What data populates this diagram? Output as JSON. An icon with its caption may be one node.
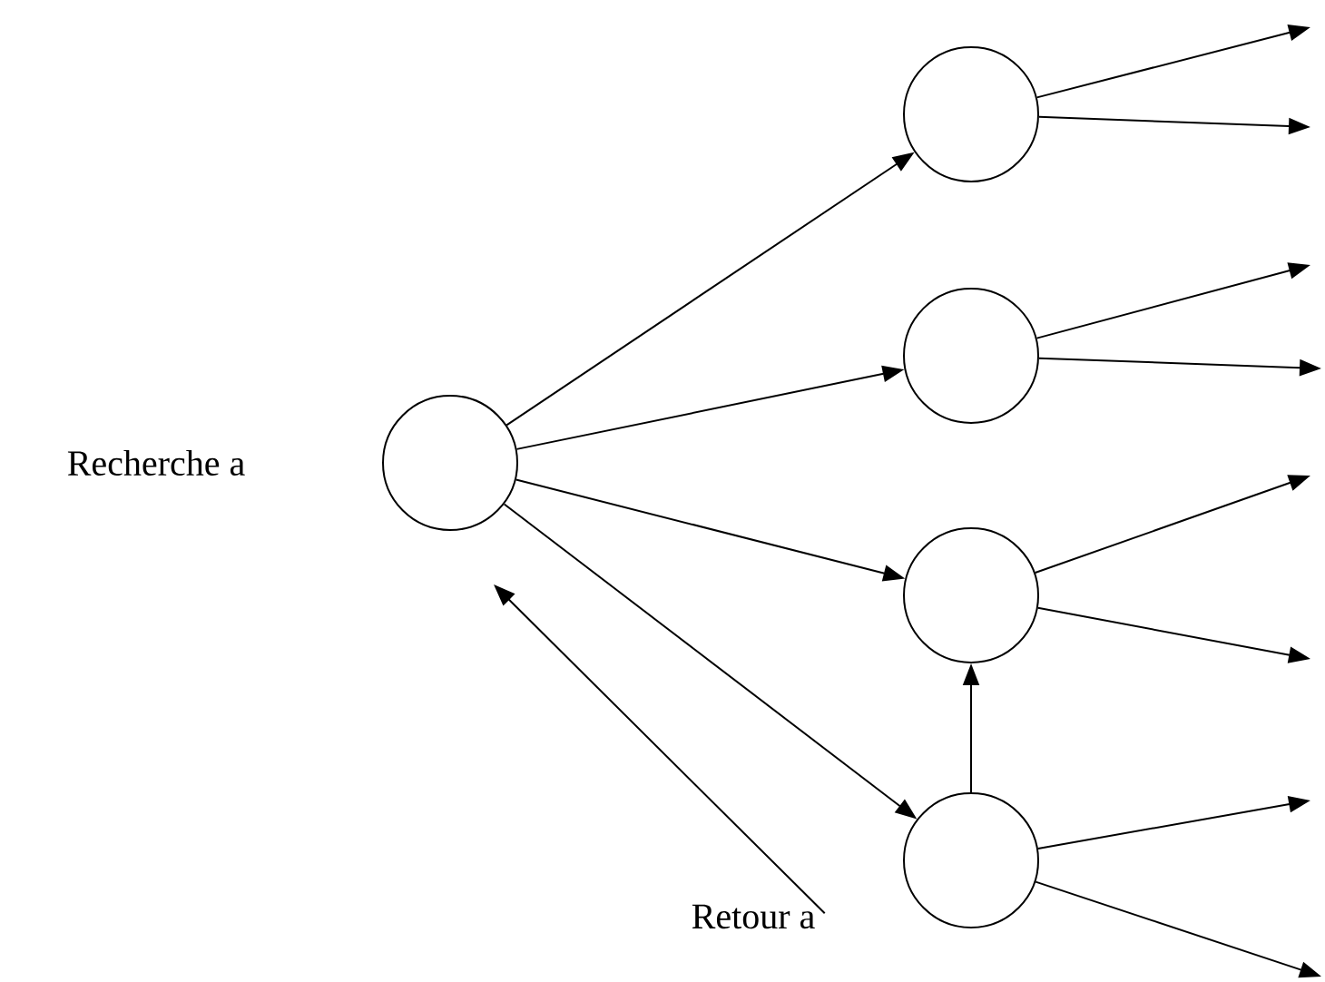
{
  "diagram": {
    "nodes": [
      {
        "text": [],
        "shape": "circle",
        "beside": [
          "Recherche a"
        ]
      },
      {
        "text": [],
        "shape": "circle"
      },
      {
        "text": [],
        "shape": "circle"
      },
      {
        "text": [],
        "shape": "circle"
      },
      {
        "text": [],
        "shape": "circle"
      },
      {
        "text": [
          "Retour a"
        ]
      }
    ],
    "edges": [
      {
        "from": 0,
        "to": 1,
        "arrow": "to"
      },
      {
        "from": 0,
        "to": 2,
        "arrow": "to"
      },
      {
        "from": 0,
        "to": 3,
        "arrow": "to"
      },
      {
        "from": 0,
        "to": 4,
        "arrow": "to"
      },
      {
        "from": 4,
        "to": 3,
        "arrow": "to"
      },
      {
        "from": 5,
        "to": null,
        "arrow": "to"
      },
      {
        "from": 1,
        "to": null,
        "arrow": "to"
      },
      {
        "from": 1,
        "to": null,
        "arrow": "to"
      },
      {
        "from": 2,
        "to": null,
        "arrow": "to"
      },
      {
        "from": 2,
        "to": null,
        "arrow": "to"
      },
      {
        "from": 3,
        "to": null,
        "arrow": "to"
      },
      {
        "from": 3,
        "to": null,
        "arrow": "to"
      },
      {
        "from": 4,
        "to": null,
        "arrow": "to"
      },
      {
        "from": 4,
        "to": null,
        "arrow": "to"
      }
    ]
  }
}
